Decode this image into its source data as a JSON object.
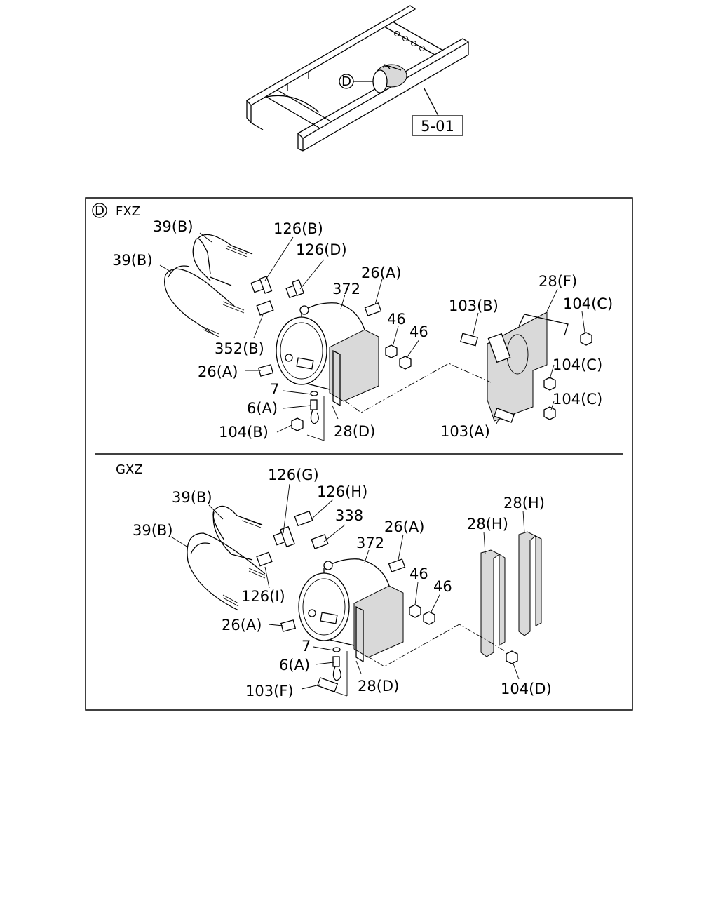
{
  "overview": {
    "callout": "D",
    "reference_box": "5-01"
  },
  "panel_fxz": {
    "callout": "D",
    "model": "FXZ",
    "labels": {
      "ubolt_1": "39(B)",
      "ubolt_2": "39(B)",
      "fitting_b": "126(B)",
      "fitting_d": "126(D)",
      "tank": "372",
      "plug_top": "26(A)",
      "nut_46a": "46",
      "nut_46b": "46",
      "adapter": "352(B)",
      "plug_front": "26(A)",
      "washer": "7",
      "drain_valve": "6(A)",
      "nut_104b": "104(B)",
      "band": "28(D)",
      "bolt_103b": "103(B)",
      "bracket": "28(F)",
      "nut_104c_top": "104(C)",
      "nut_104c_mid": "104(C)",
      "nut_104c_low": "104(C)",
      "bolt_103a": "103(A)"
    }
  },
  "panel_gxz": {
    "model": "GXZ",
    "labels": {
      "fitting_g": "126(G)",
      "fitting_h": "126(H)",
      "tee": "338",
      "ubolt_1": "39(B)",
      "ubolt_2": "39(B)",
      "plug_top": "26(A)",
      "tank": "372",
      "channel_left": "28(H)",
      "channel_right": "28(H)",
      "nut_46a": "46",
      "nut_46b": "46",
      "fitting_i": "126(I)",
      "plug_front": "26(A)",
      "washer": "7",
      "drain_valve": "6(A)",
      "bolt_103f": "103(F)",
      "band": "28(D)",
      "nut_104d": "104(D)"
    }
  }
}
